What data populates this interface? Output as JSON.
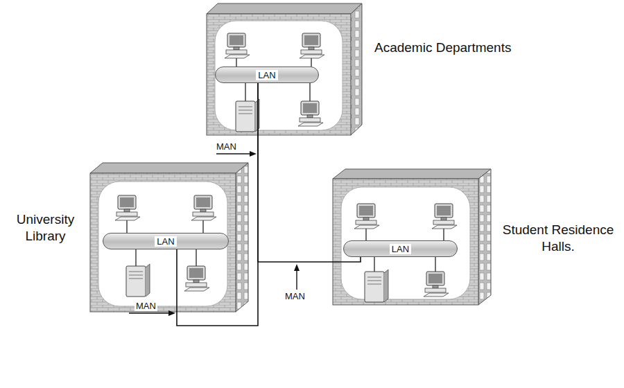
{
  "diagram": {
    "nodes": [
      {
        "text": [
          "Academic Departments"
        ]
      },
      {
        "text": [
          "LAN"
        ],
        "in": 0
      },
      {
        "text": [
          "University Library"
        ]
      },
      {
        "text": [
          "LAN"
        ],
        "in": 2
      },
      {
        "text": [
          "Student Residence Halls."
        ]
      },
      {
        "text": [
          "LAN"
        ],
        "in": 4
      }
    ],
    "edges": [
      {
        "from": 3,
        "to": 1,
        "arrow": "none"
      },
      {
        "from": 5,
        "to": 1,
        "arrow": "none"
      }
    ],
    "labels": [
      "MAN",
      "MAN",
      "MAN"
    ]
  }
}
